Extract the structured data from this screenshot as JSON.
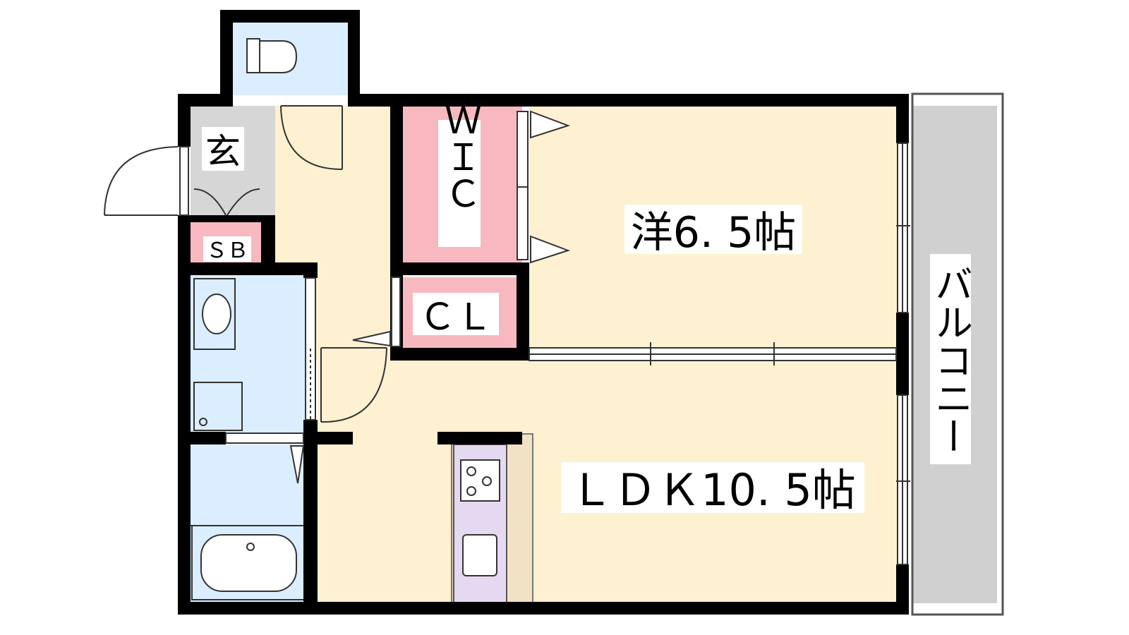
{
  "colors": {
    "wall": "#000000",
    "bedroom": "#fdf1d2",
    "ldk": "#fdf1d2",
    "hall": "#fdf1d2",
    "storage": "#f7b8bf",
    "entrance": "#d6d6d6",
    "wet_area": "#dbeeff",
    "balcony": "#d0d0d0",
    "kitchen": "#e5d9f2",
    "counter": "#f1e2c4"
  },
  "rooms": {
    "entrance": "玄",
    "shoe_box": "ＳＢ",
    "walk_in_closet": "ＷＩＣ",
    "closet": "ＣＬ",
    "bedroom": "洋6. 5帖",
    "ldk": "ＬＤＫ10. 5帖",
    "balcony": "バルコニー"
  }
}
